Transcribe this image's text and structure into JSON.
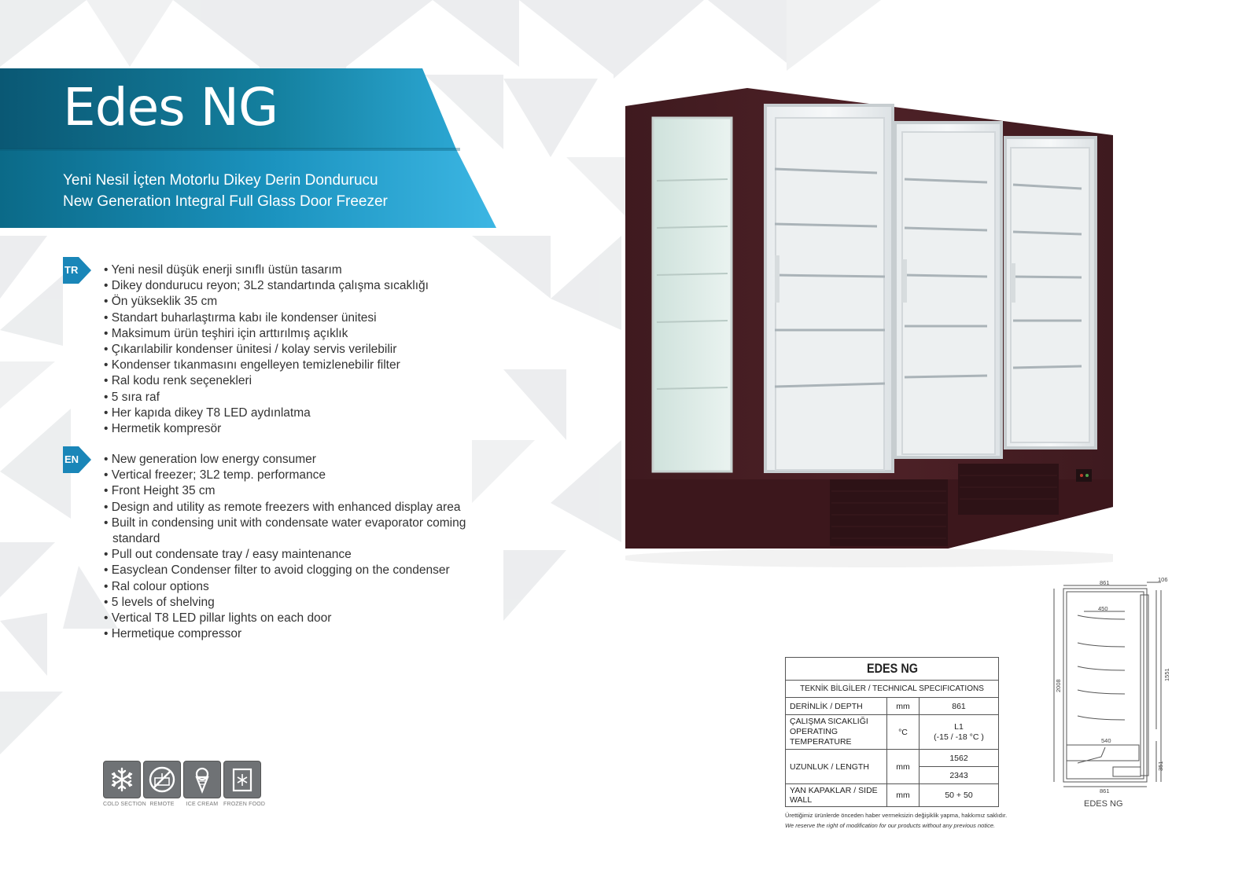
{
  "header": {
    "title": "Edes NG",
    "subtitle_tr": "Yeni Nesil İçten Motorlu Dikey Derin Dondurucu",
    "subtitle_en": "New Generation Integral Full Glass Door Freezer"
  },
  "colors": {
    "banner_dark": "#0b5f7a",
    "banner_light": "#3ab1df",
    "cabinet": "#4a1f24",
    "icon_grey": "#6f7275"
  },
  "features_tr": {
    "badge": "TR",
    "items": [
      "Yeni nesil düşük enerji sınıflı üstün tasarım",
      "Dikey dondurucu reyon; 3L2 standartında çalışma sıcaklığı",
      "Ön yükseklik 35 cm",
      "Standart buharlaştırma kabı ile kondenser ünitesi",
      "Maksimum ürün teşhiri için arttırılmış açıklık",
      "Çıkarılabilir kondenser ünitesi / kolay servis verilebilir",
      "Kondenser tıkanmasını engelleyen temizlenebilir filter",
      "Ral kodu renk seçenekleri",
      "5 sıra raf",
      "Her kapıda dikey T8 LED aydınlatma",
      "Hermetik kompresör"
    ]
  },
  "features_en": {
    "badge": "EN",
    "items": [
      "New generation low energy consumer",
      "Vertical freezer; 3L2 temp. performance",
      "Front Height 35 cm",
      "Design and utility as remote freezers with enhanced display area",
      "Built in condensing unit with condensate water evaporator coming standard",
      "Pull out condensate tray / easy maintenance",
      "Easyclean Condenser filter to avoid clogging on the condenser",
      "Ral colour options",
      "5 levels of shelving",
      "Vertical T8 LED pillar lights on each door",
      "Hermetique compressor"
    ]
  },
  "icons": [
    {
      "name": "snowflake-icon",
      "label": "COLD SECTION"
    },
    {
      "name": "remote-crossed-icon",
      "label": "REMOTE"
    },
    {
      "name": "ice-cream-icon",
      "label": "ICE CREAM"
    },
    {
      "name": "frozen-food-icon",
      "label": "FROZEN FOOD"
    }
  ],
  "specs": {
    "title": "EDES NG",
    "subtitle": "TEKNİK BİLGİLER / TECHNICAL SPECIFICATIONS",
    "depth": {
      "label": "DERİNLİK / DEPTH",
      "unit": "mm",
      "value": "861"
    },
    "temp": {
      "label_tr": "ÇALIŞMA SICAKLIĞI",
      "label_en": "OPERATING TEMPERATURE",
      "unit": "°C",
      "value_class": "L1",
      "value_range": "(-15 / -18 °C )"
    },
    "length": {
      "label": "UZUNLUK / LENGTH",
      "unit": "mm",
      "value1": "1562",
      "value2": "2343"
    },
    "side": {
      "label": "YAN KAPAKLAR / SIDE WALL",
      "unit": "mm",
      "value": "50 + 50"
    },
    "note_tr": "Ürettiğimiz ürünlerde önceden haber vermeksizin değişiklik yapma, hakkımız saklıdır.",
    "note_en": "We reserve the right of modification for our products without any previous notice."
  },
  "diagram": {
    "label": "EDES NG",
    "dims": {
      "top_width": "861",
      "top_right": "106",
      "inner_top": "450",
      "height": "2008",
      "side_upper": "1551",
      "inner_bottom": "540",
      "side_lower": "351",
      "bottom_width": "861"
    }
  }
}
